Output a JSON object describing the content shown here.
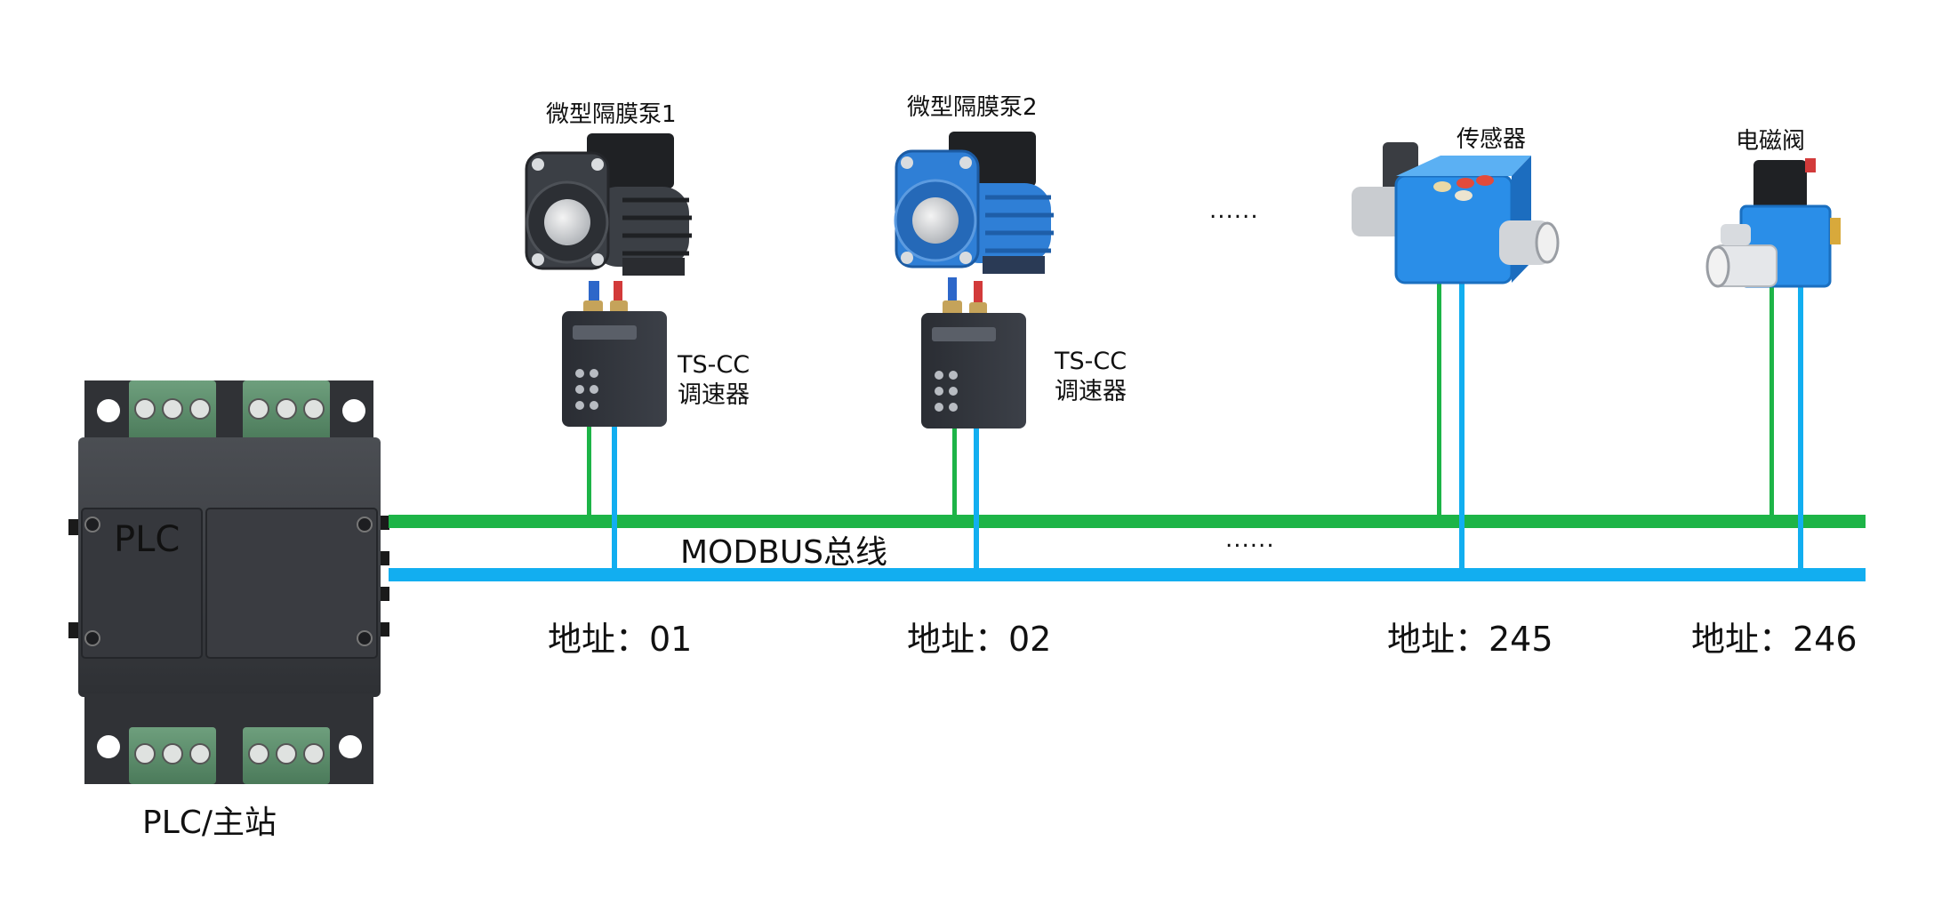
{
  "plc": {
    "label": "PLC",
    "caption": "PLC/主站"
  },
  "bus": {
    "label": "MODBUS总线",
    "ellipsis_top": "......",
    "ellipsis_bus": "......",
    "colors": {
      "line_a": "#1db447",
      "line_b": "#12aef0"
    }
  },
  "devices": [
    {
      "name": "微型隔膜泵1",
      "controller_lines": [
        "TS-CC",
        "调速器"
      ],
      "address": "地址：01",
      "color": "#3b3f45"
    },
    {
      "name": "微型隔膜泵2",
      "controller_lines": [
        "TS-CC",
        "调速器"
      ],
      "address": "地址：02",
      "color": "#2f7fd6"
    },
    {
      "name": "传感器",
      "address": "地址：245",
      "color": "#2a8ee8"
    },
    {
      "name": "电磁阀",
      "address": "地址：246",
      "color": "#2a8ee8"
    }
  ]
}
